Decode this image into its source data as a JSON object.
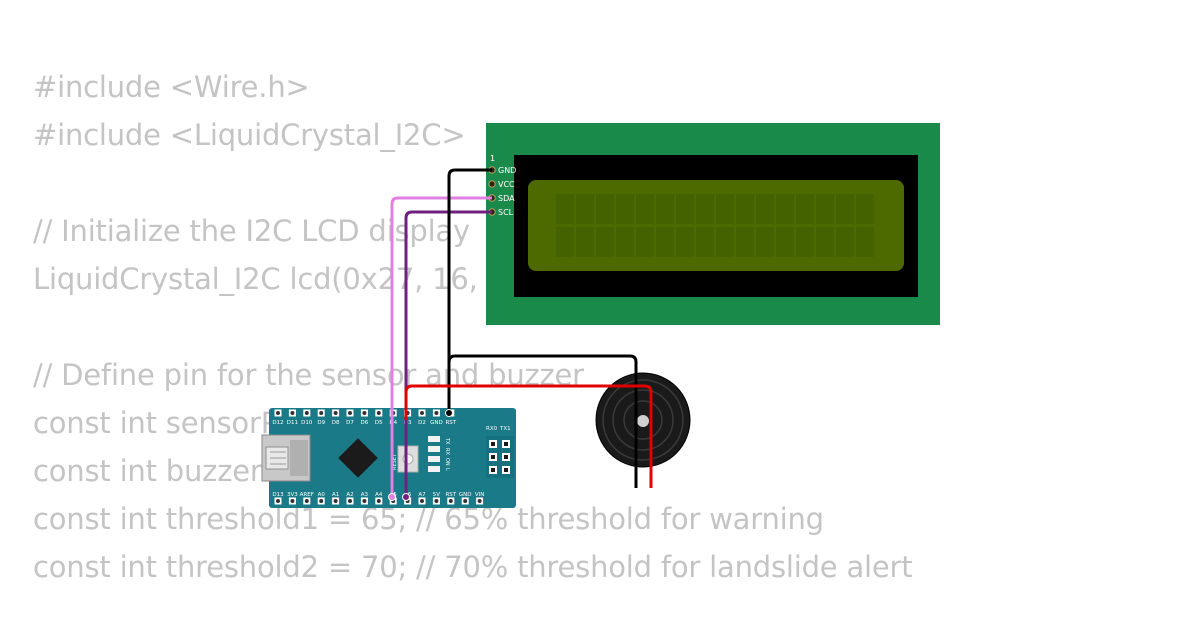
{
  "code_lines": [
    "#include <Wire.h>",
    "#include <LiquidCrystal_I2C>",
    "",
    "// Initialize the I2C LCD display",
    "LiquidCrystal_I2C lcd(0x27, 16, 2);",
    "",
    "// Define pin for the sensor and buzzer",
    "const int sensorPin = A0;",
    "const int buzzerPin = 8;",
    "const int threshold1 = 65; // 65% threshold for warning",
    "const int threshold2 = 70; // 70% threshold for landslide alert"
  ],
  "lcd": {
    "pin1_marker": "1",
    "pins": [
      "GND",
      "VCC",
      "SDA",
      "SCL"
    ],
    "board_color": "#1a8a4a",
    "screen_color": "#4c6a00"
  },
  "nano": {
    "top_pins": [
      "D12",
      "D11",
      "D10",
      "D9",
      "D8",
      "D7",
      "D6",
      "D5",
      "D4",
      "D3",
      "D2",
      "GND",
      "RST"
    ],
    "bottom_pins": [
      "D13",
      "3V3",
      "AREF",
      "A0",
      "A1",
      "A2",
      "A3",
      "A4",
      "A5",
      "A6",
      "A7",
      "5V",
      "RST",
      "GND",
      "VIN"
    ],
    "rx_tx": [
      "RX0",
      "TX1"
    ],
    "reset_label": "RESET",
    "led_labels": [
      "TX",
      "RX",
      "ON",
      "L"
    ],
    "board_color": "#1a7a88"
  },
  "wire_colors": {
    "gnd": "#000000",
    "vcc": "#e00000",
    "sda": "#e080e0",
    "scl": "#702080"
  }
}
